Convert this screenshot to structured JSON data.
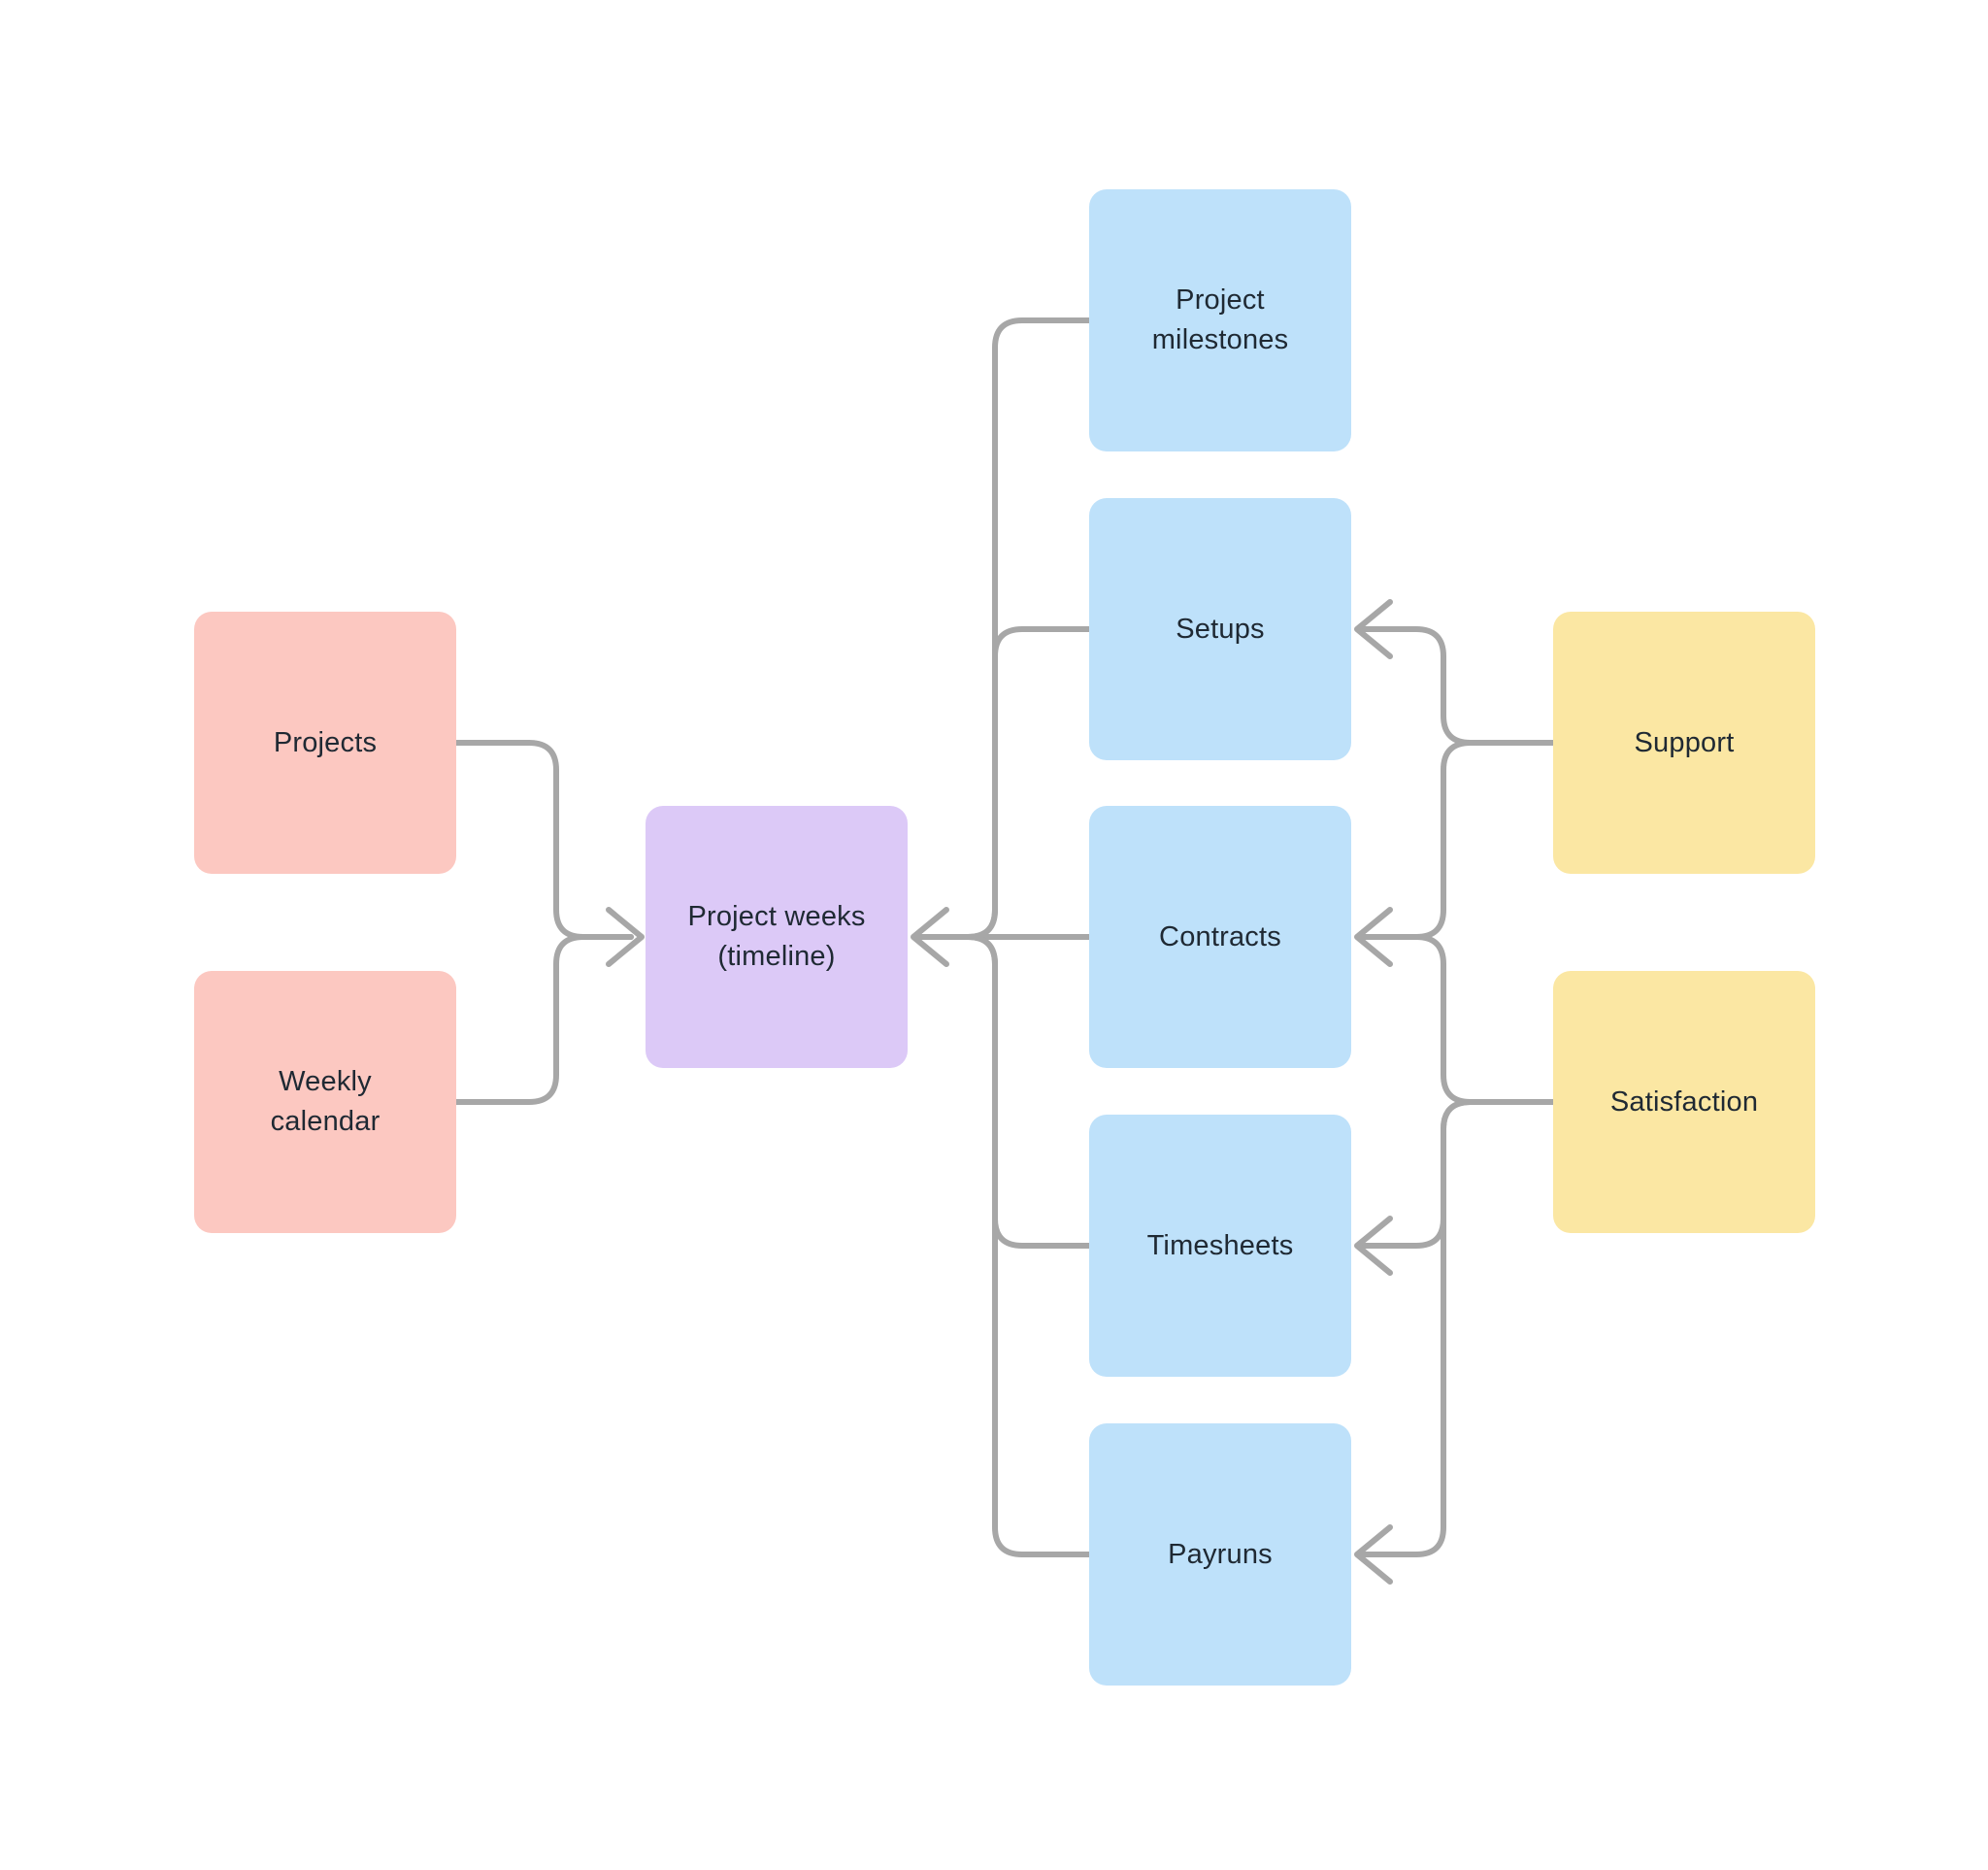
{
  "canvas": {
    "background_color": "#ffffff",
    "connector_color": "#a7a7a7",
    "text_color": "#1f2933"
  },
  "node_colors": {
    "pink": "#fcc8c1",
    "purple": "#dcc9f7",
    "blue": "#bee1fa",
    "yellow": "#fbe7a3"
  },
  "nodes": [
    {
      "id": "projects",
      "label": "Projects",
      "color": "#fcc8c1"
    },
    {
      "id": "weekly-calendar",
      "label": "Weekly calendar",
      "color": "#fcc8c1"
    },
    {
      "id": "project-weeks",
      "label": "Project weeks (timeline)",
      "color": "#dcc9f7"
    },
    {
      "id": "project-milestones",
      "label": "Project milestones",
      "color": "#bee1fa"
    },
    {
      "id": "setups",
      "label": "Setups",
      "color": "#bee1fa"
    },
    {
      "id": "contracts",
      "label": "Contracts",
      "color": "#bee1fa"
    },
    {
      "id": "timesheets",
      "label": "Timesheets",
      "color": "#bee1fa"
    },
    {
      "id": "payruns",
      "label": "Payruns",
      "color": "#bee1fa"
    },
    {
      "id": "support",
      "label": "Support",
      "color": "#fbe7a3"
    },
    {
      "id": "satisfaction",
      "label": "Satisfaction",
      "color": "#fbe7a3"
    }
  ],
  "edges": [
    {
      "from": "projects",
      "to": "project-weeks"
    },
    {
      "from": "weekly-calendar",
      "to": "project-weeks"
    },
    {
      "from": "project-milestones",
      "to": "project-weeks"
    },
    {
      "from": "setups",
      "to": "project-weeks"
    },
    {
      "from": "contracts",
      "to": "project-weeks"
    },
    {
      "from": "timesheets",
      "to": "project-weeks"
    },
    {
      "from": "payruns",
      "to": "project-weeks"
    },
    {
      "from": "support",
      "to": "setups"
    },
    {
      "from": "support",
      "to": "contracts"
    },
    {
      "from": "satisfaction",
      "to": "contracts"
    },
    {
      "from": "satisfaction",
      "to": "timesheets"
    },
    {
      "from": "satisfaction",
      "to": "payruns"
    }
  ]
}
